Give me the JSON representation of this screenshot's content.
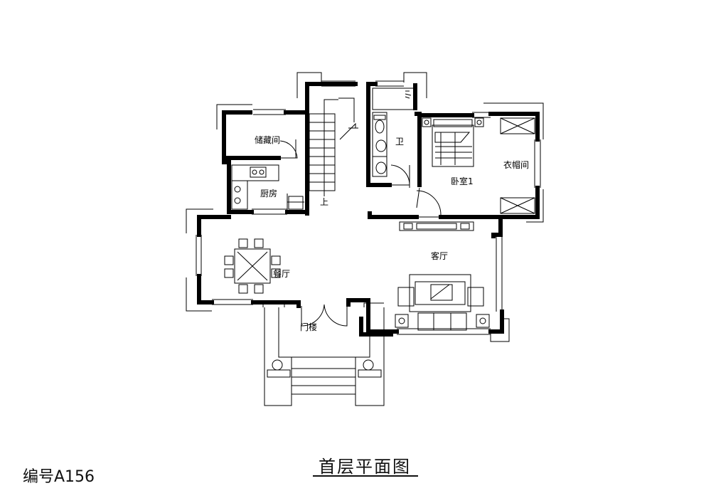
{
  "rooms": {
    "storage": "储藏间",
    "bath": "卫",
    "bedroom": "卧室1",
    "closet": "衣帽间",
    "kitchen": "厨房",
    "stair_up": "上",
    "living": "客厅",
    "dining": "餐厅",
    "porch": "门楼"
  },
  "caption": "首层平面图",
  "code": "编号A156"
}
